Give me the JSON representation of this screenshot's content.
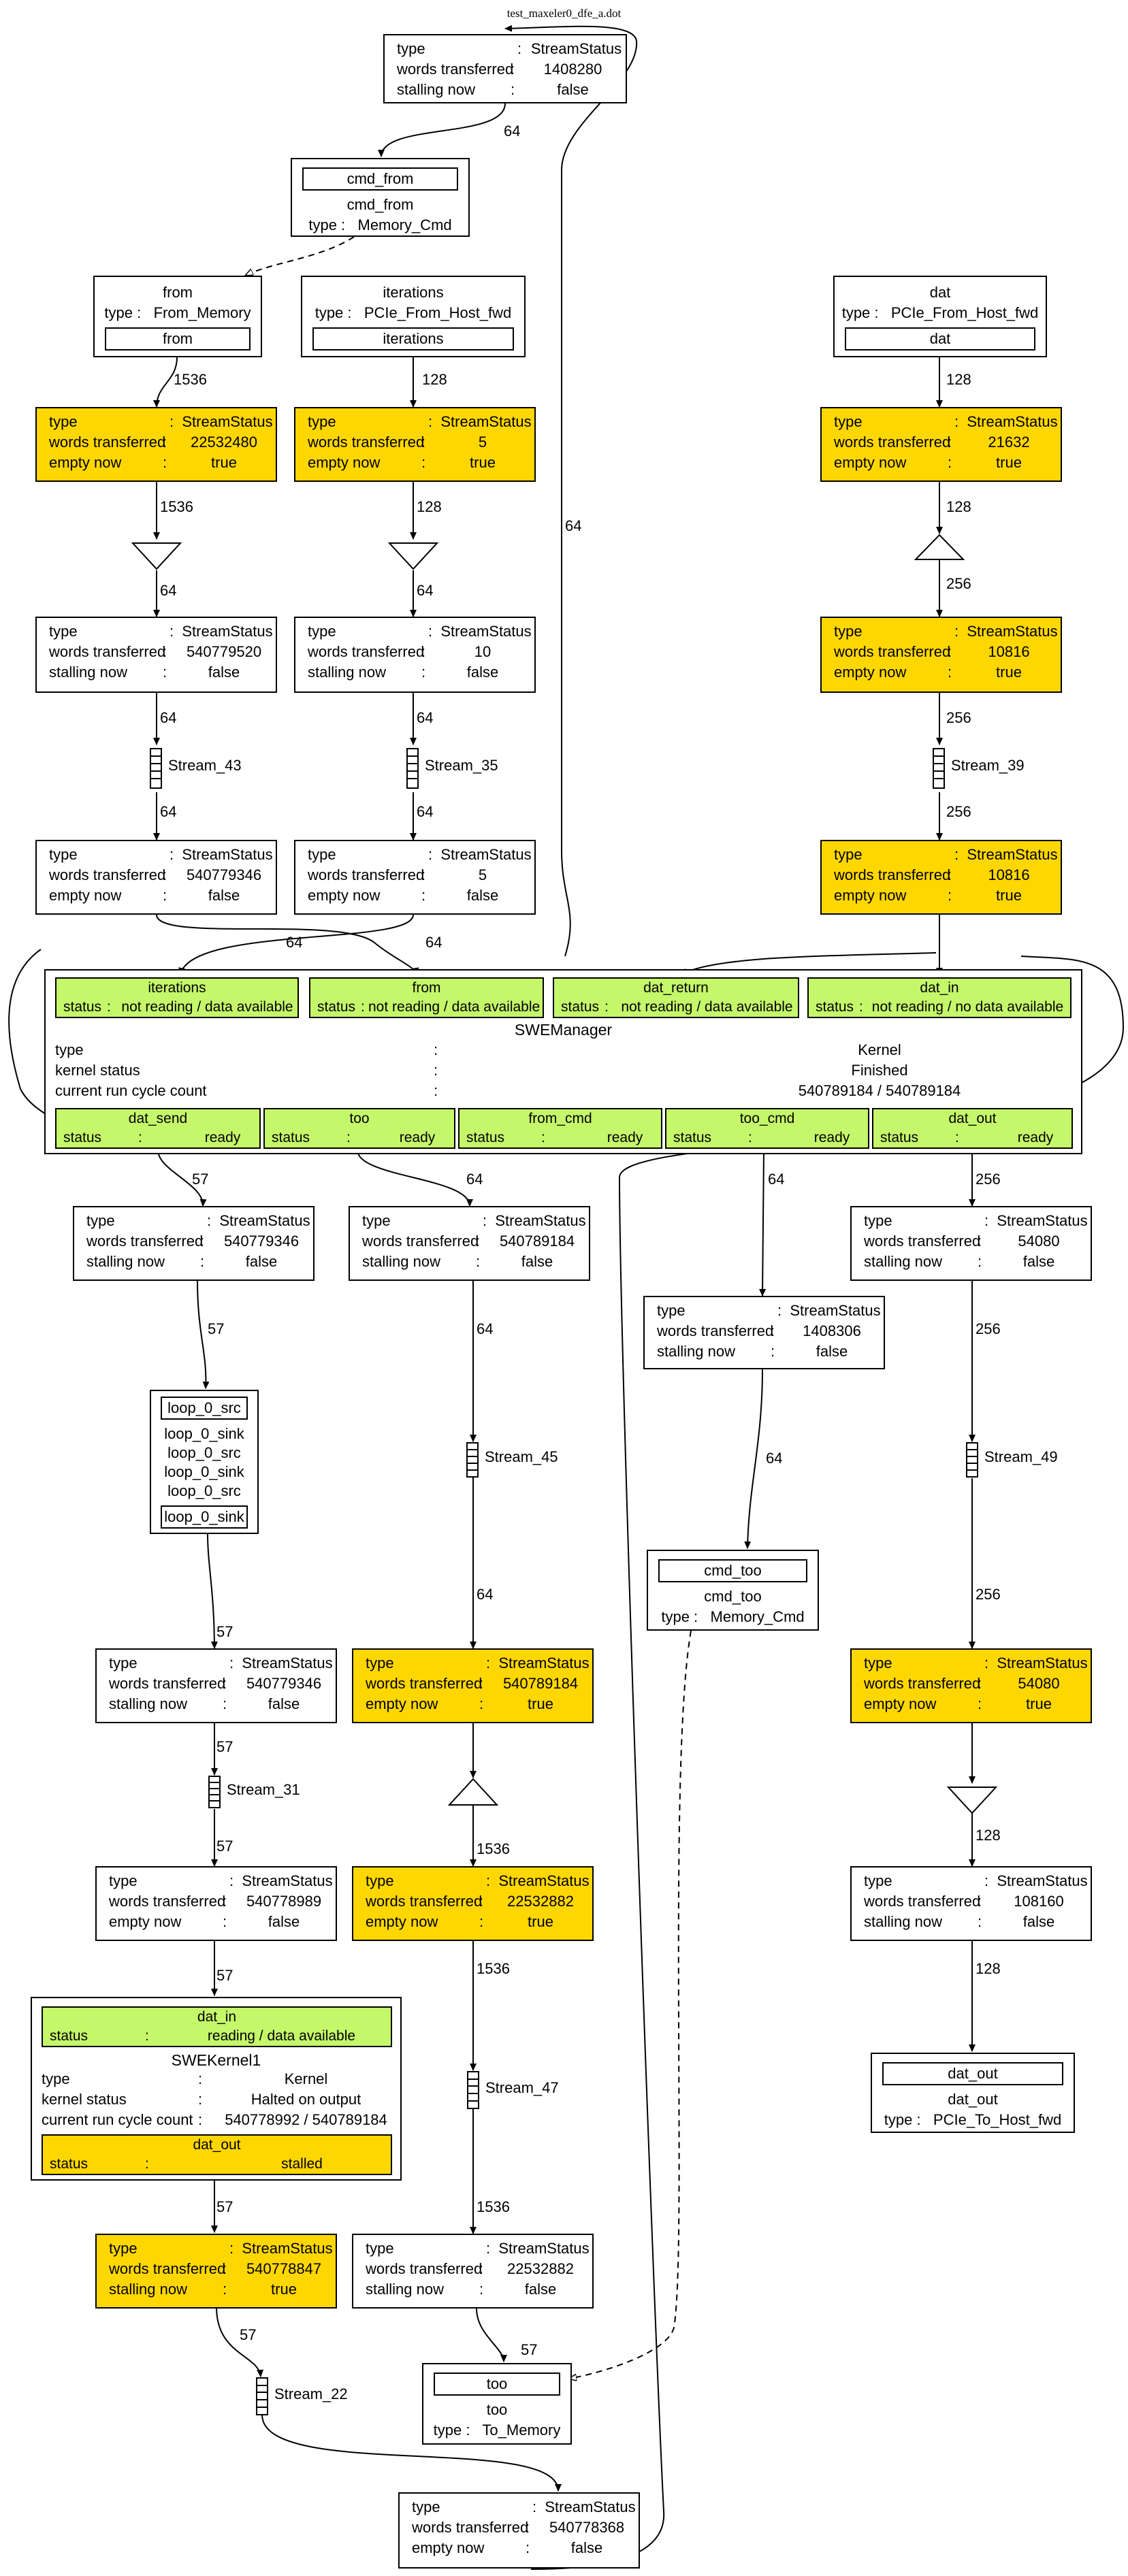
{
  "diagram_title": "test_maxeler0_dfe_a.dot",
  "stream_status_nodes": [
    {
      "id": "ss1",
      "rows": [
        [
          "type",
          "StreamStatus"
        ],
        [
          "words transferred",
          "1408280"
        ],
        [
          "stalling now",
          "false"
        ]
      ]
    },
    {
      "id": "ss2",
      "rows": [
        [
          "type",
          "StreamStatus"
        ],
        [
          "words transferred",
          "22532480"
        ],
        [
          "empty now",
          "true"
        ]
      ]
    },
    {
      "id": "ss3",
      "rows": [
        [
          "type",
          "StreamStatus"
        ],
        [
          "words transferred",
          "5"
        ],
        [
          "empty now",
          "true"
        ]
      ]
    },
    {
      "id": "ss4",
      "rows": [
        [
          "type",
          "StreamStatus"
        ],
        [
          "words transferred",
          "21632"
        ],
        [
          "empty now",
          "true"
        ]
      ]
    },
    {
      "id": "ss5",
      "rows": [
        [
          "type",
          "StreamStatus"
        ],
        [
          "words transferred",
          "540779520"
        ],
        [
          "stalling now",
          "false"
        ]
      ]
    },
    {
      "id": "ss6",
      "rows": [
        [
          "type",
          "StreamStatus"
        ],
        [
          "words transferred",
          "10"
        ],
        [
          "stalling now",
          "false"
        ]
      ]
    },
    {
      "id": "ss7",
      "rows": [
        [
          "type",
          "StreamStatus"
        ],
        [
          "words transferred",
          "10816"
        ],
        [
          "empty now",
          "true"
        ]
      ]
    },
    {
      "id": "ss8",
      "rows": [
        [
          "type",
          "StreamStatus"
        ],
        [
          "words transferred",
          "540779346"
        ],
        [
          "empty now",
          "false"
        ]
      ]
    },
    {
      "id": "ss9",
      "rows": [
        [
          "type",
          "StreamStatus"
        ],
        [
          "words transferred",
          "5"
        ],
        [
          "empty now",
          "false"
        ]
      ]
    },
    {
      "id": "ss10",
      "rows": [
        [
          "type",
          "StreamStatus"
        ],
        [
          "words transferred",
          "10816"
        ],
        [
          "empty now",
          "true"
        ]
      ]
    },
    {
      "id": "ss11",
      "rows": [
        [
          "type",
          "StreamStatus"
        ],
        [
          "words transferred",
          "540779346"
        ],
        [
          "stalling now",
          "false"
        ]
      ]
    },
    {
      "id": "ss12",
      "rows": [
        [
          "type",
          "StreamStatus"
        ],
        [
          "words transferred",
          "540789184"
        ],
        [
          "stalling now",
          "false"
        ]
      ]
    },
    {
      "id": "ss13",
      "rows": [
        [
          "type",
          "StreamStatus"
        ],
        [
          "words transferred",
          "1408306"
        ],
        [
          "stalling now",
          "false"
        ]
      ]
    },
    {
      "id": "ss14",
      "rows": [
        [
          "type",
          "StreamStatus"
        ],
        [
          "words transferred",
          "54080"
        ],
        [
          "stalling now",
          "false"
        ]
      ]
    },
    {
      "id": "ss15",
      "rows": [
        [
          "type",
          "StreamStatus"
        ],
        [
          "words transferred",
          "540779346"
        ],
        [
          "stalling now",
          "false"
        ]
      ]
    },
    {
      "id": "ss16",
      "rows": [
        [
          "type",
          "StreamStatus"
        ],
        [
          "words transferred",
          "540789184"
        ],
        [
          "empty now",
          "true"
        ]
      ]
    },
    {
      "id": "ss17",
      "rows": [
        [
          "type",
          "StreamStatus"
        ],
        [
          "words transferred",
          "54080"
        ],
        [
          "empty now",
          "true"
        ]
      ]
    },
    {
      "id": "ss18",
      "rows": [
        [
          "type",
          "StreamStatus"
        ],
        [
          "words transferred",
          "540778989"
        ],
        [
          "empty now",
          "false"
        ]
      ]
    },
    {
      "id": "ss19",
      "rows": [
        [
          "type",
          "StreamStatus"
        ],
        [
          "words transferred",
          "22532882"
        ],
        [
          "empty now",
          "true"
        ]
      ]
    },
    {
      "id": "ss20",
      "rows": [
        [
          "type",
          "StreamStatus"
        ],
        [
          "words transferred",
          "108160"
        ],
        [
          "stalling now",
          "false"
        ]
      ]
    },
    {
      "id": "ss21",
      "rows": [
        [
          "type",
          "StreamStatus"
        ],
        [
          "words transferred",
          "540778847"
        ],
        [
          "stalling now",
          "true"
        ]
      ]
    },
    {
      "id": "ss22",
      "rows": [
        [
          "type",
          "StreamStatus"
        ],
        [
          "words transferred",
          "22532882"
        ],
        [
          "stalling now",
          "false"
        ]
      ]
    },
    {
      "id": "ss23",
      "rows": [
        [
          "type",
          "StreamStatus"
        ],
        [
          "words transferred",
          "540778368"
        ],
        [
          "empty now",
          "false"
        ]
      ]
    }
  ],
  "io_nodes": {
    "cmd_from": {
      "port": "cmd_from",
      "name": "cmd_from",
      "type_key": "type",
      "type_val": "Memory_Cmd"
    },
    "from": {
      "port": "from",
      "name": "from",
      "type_key": "type",
      "type_val": "From_Memory"
    },
    "iterations": {
      "port": "iterations",
      "name": "iterations",
      "type_key": "type",
      "type_val": "PCIe_From_Host_fwd"
    },
    "dat": {
      "port": "dat",
      "name": "dat",
      "type_key": "type",
      "type_val": "PCIe_From_Host_fwd"
    },
    "cmd_too": {
      "port": "cmd_too",
      "name": "cmd_too",
      "type_key": "type",
      "type_val": "Memory_Cmd"
    },
    "dat_out": {
      "port": "dat_out",
      "name": "dat_out",
      "type_key": "type",
      "type_val": "PCIe_To_Host_fwd"
    },
    "too": {
      "port": "too",
      "name": "too",
      "type_key": "type",
      "type_val": "To_Memory"
    }
  },
  "loop_node": {
    "top": "loop_0_src",
    "lines": [
      "loop_0_sink",
      "loop_0_src",
      "loop_0_sink",
      "loop_0_src"
    ],
    "bottom": "loop_0_sink"
  },
  "stream_fifos": [
    "Stream_43",
    "Stream_35",
    "Stream_39",
    "Stream_45",
    "Stream_49",
    "Stream_31",
    "Stream_47",
    "Stream_22"
  ],
  "swe_manager": {
    "name": "SWEManager",
    "inputs": [
      {
        "name": "iterations",
        "status_key": "status",
        "status": "not reading / data available"
      },
      {
        "name": "from",
        "status_key": "status",
        "status": "not reading / data available"
      },
      {
        "name": "dat_return",
        "status_key": "status",
        "status": "not reading / data available"
      },
      {
        "name": "dat_in",
        "status_key": "status",
        "status": "not reading / no data available"
      }
    ],
    "info": [
      {
        "key": "type",
        "value": "Kernel"
      },
      {
        "key": "kernel status",
        "value": "Finished"
      },
      {
        "key": "current run cycle count",
        "value": "540789184 / 540789184"
      }
    ],
    "outputs": [
      {
        "name": "dat_send",
        "status_key": "status",
        "status": "ready"
      },
      {
        "name": "too",
        "status_key": "status",
        "status": "ready"
      },
      {
        "name": "from_cmd",
        "status_key": "status",
        "status": "ready"
      },
      {
        "name": "too_cmd",
        "status_key": "status",
        "status": "ready"
      },
      {
        "name": "dat_out",
        "status_key": "status",
        "status": "ready"
      }
    ]
  },
  "swe_kernel": {
    "name": "SWEKernel1",
    "input": {
      "name": "dat_in",
      "status_key": "status",
      "status": "reading / data available"
    },
    "info": [
      {
        "key": "type",
        "value": "Kernel"
      },
      {
        "key": "kernel status",
        "value": "Halted on output"
      },
      {
        "key": "current run cycle count",
        "value": "540778992 / 540789184"
      }
    ],
    "output": {
      "name": "dat_out",
      "status_key": "status",
      "status": "stalled"
    }
  },
  "edge_labels": [
    "64",
    "1536",
    "128",
    "128",
    "1536",
    "128",
    "128",
    "64",
    "64",
    "256",
    "64",
    "64",
    "256",
    "64",
    "64",
    "256",
    "64",
    "64",
    "64",
    "57",
    "64",
    "64",
    "256",
    "57",
    "64",
    "64",
    "256",
    "57",
    "64",
    "57",
    "256",
    "57",
    "1536",
    "128",
    "57",
    "1536",
    "128",
    "57",
    "1536",
    "57",
    "57"
  ]
}
